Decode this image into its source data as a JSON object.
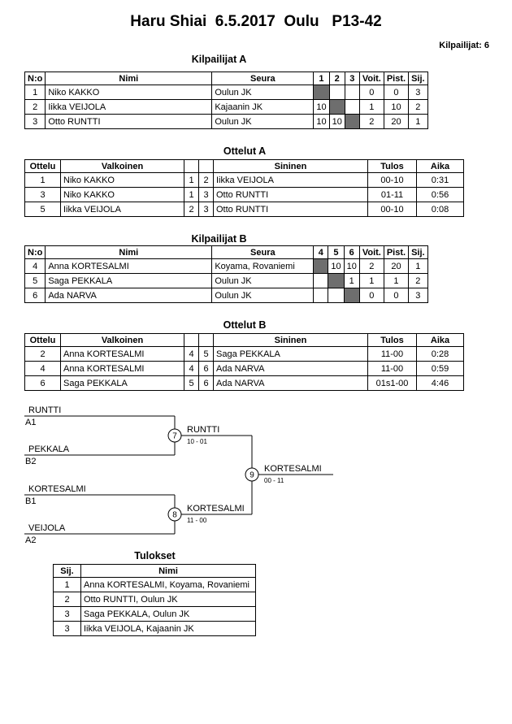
{
  "page": {
    "title": "Haru Shiai  6.5.2017  Oulu   P13-42",
    "competitors_label": "Kilpailijat: 6"
  },
  "pool_a": {
    "heading": "Kilpailijat A",
    "headers": [
      "N:o",
      "Nimi",
      "Seura",
      "1",
      "2",
      "3",
      "Voit.",
      "Pist.",
      "Sij."
    ],
    "rows": [
      [
        "1",
        "Niko KAKKO",
        "Oulun JK",
        "",
        "",
        "",
        "0",
        "0",
        "3"
      ],
      [
        "2",
        "Iikka VEIJOLA",
        "Kajaanin JK",
        "10",
        "",
        "",
        "1",
        "10",
        "2"
      ],
      [
        "3",
        "Otto RUNTTI",
        "Oulun JK",
        "10",
        "10",
        "",
        "2",
        "20",
        "1"
      ]
    ]
  },
  "matches_a": {
    "heading": "Ottelut A",
    "headers": [
      "Ottelu",
      "Valkoinen",
      "",
      "",
      "Sininen",
      "Tulos",
      "Aika"
    ],
    "rows": [
      [
        "1",
        "Niko KAKKO",
        "1",
        "2",
        "Iikka VEIJOLA",
        "00-10",
        "0:31"
      ],
      [
        "3",
        "Niko KAKKO",
        "1",
        "3",
        "Otto RUNTTI",
        "01-11",
        "0:56"
      ],
      [
        "5",
        "Iikka VEIJOLA",
        "2",
        "3",
        "Otto RUNTTI",
        "00-10",
        "0:08"
      ]
    ]
  },
  "pool_b": {
    "heading": "Kilpailijat B",
    "headers": [
      "N:o",
      "Nimi",
      "Seura",
      "4",
      "5",
      "6",
      "Voit.",
      "Pist.",
      "Sij."
    ],
    "rows": [
      [
        "4",
        "Anna KORTESALMI",
        "Koyama, Rovaniemi",
        "",
        "10",
        "10",
        "2",
        "20",
        "1"
      ],
      [
        "5",
        "Saga PEKKALA",
        "Oulun JK",
        "",
        "",
        "1",
        "1",
        "1",
        "2"
      ],
      [
        "6",
        "Ada NARVA",
        "Oulun JK",
        "",
        "",
        "",
        "0",
        "0",
        "3"
      ]
    ]
  },
  "matches_b": {
    "heading": "Ottelut B",
    "headers": [
      "Ottelu",
      "Valkoinen",
      "",
      "",
      "Sininen",
      "Tulos",
      "Aika"
    ],
    "rows": [
      [
        "2",
        "Anna KORTESALMI",
        "4",
        "5",
        "Saga PEKKALA",
        "11-00",
        "0:28"
      ],
      [
        "4",
        "Anna KORTESALMI",
        "4",
        "6",
        "Ada NARVA",
        "11-00",
        "0:59"
      ],
      [
        "6",
        "Saga PEKKALA",
        "5",
        "6",
        "Ada NARVA",
        "01s1-00",
        "4:46"
      ]
    ]
  },
  "bracket": {
    "semi1": {
      "top_name": "RUNTTI",
      "top_seed": "A1",
      "bottom_name": "PEKKALA",
      "bottom_seed": "B2",
      "node": "7",
      "winner": "RUNTTI",
      "score": "10 - 01"
    },
    "semi2": {
      "top_name": "KORTESALMI",
      "top_seed": "B1",
      "bottom_name": "VEIJOLA",
      "bottom_seed": "A2",
      "node": "8",
      "winner": "KORTESALMI",
      "score": "11 - 00"
    },
    "final": {
      "node": "9",
      "winner": "KORTESALMI",
      "score": "00 - 11"
    }
  },
  "results": {
    "heading": "Tulokset",
    "headers": [
      "Sij.",
      "Nimi"
    ],
    "rows": [
      [
        "1",
        "Anna KORTESALMI, Koyama, Rovaniemi"
      ],
      [
        "2",
        "Otto RUNTTI, Oulun JK"
      ],
      [
        "3",
        "Saga PEKKALA, Oulun JK"
      ],
      [
        "3",
        "Iikka VEIJOLA, Kajaanin JK"
      ]
    ]
  }
}
